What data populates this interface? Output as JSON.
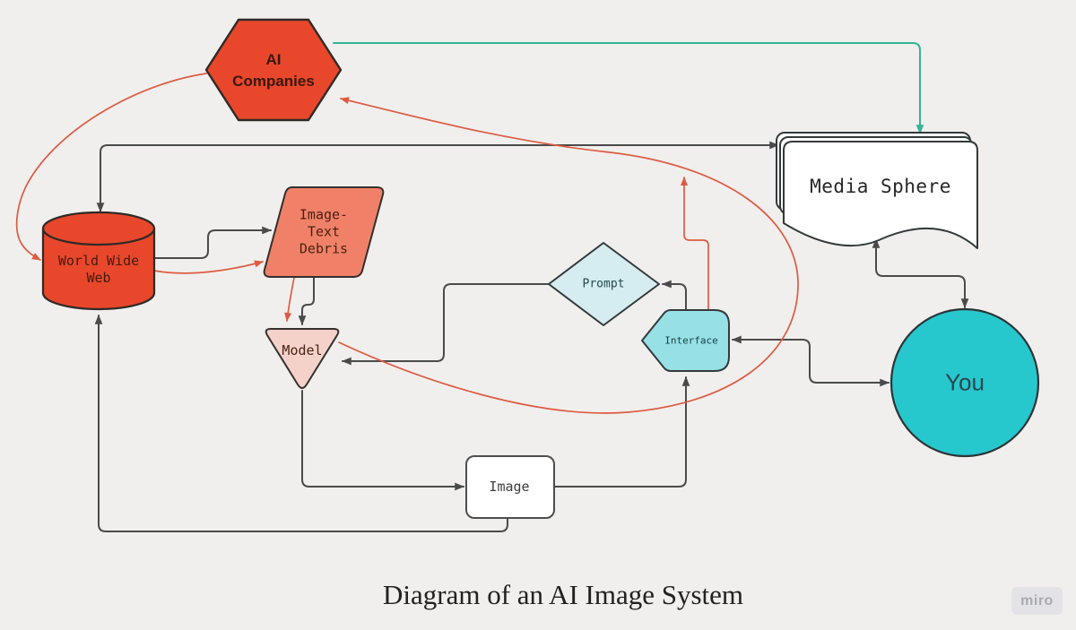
{
  "board": {
    "background": "#f0efed"
  },
  "colors": {
    "node_red": "#e8472b",
    "node_salmon": "#f08168",
    "node_pink": "#f4d2ca",
    "node_pale_cyan": "#d5edf0",
    "node_cyan": "#96e0e6",
    "node_teal": "#27c7ce",
    "node_white": "#ffffff",
    "connector_dark": "#4a4a4a",
    "connector_red": "#dd5b42",
    "connector_teal": "#35b493"
  },
  "nodes": {
    "ai_companies": {
      "label": "AI\nCompanies",
      "shape": "hexagon"
    },
    "world_wide_web": {
      "label": "World Wide\nWeb",
      "shape": "cylinder"
    },
    "image_text_debris": {
      "label": "Image-\nText\nDebris",
      "shape": "parallelogram"
    },
    "model": {
      "label": "Model",
      "shape": "triangle-down"
    },
    "prompt": {
      "label": "Prompt",
      "shape": "diamond"
    },
    "interface": {
      "label": "Interface",
      "shape": "pentagon-left"
    },
    "media_sphere": {
      "label": "Media Sphere",
      "shape": "stacked-document"
    },
    "you": {
      "label": "You",
      "shape": "circle"
    },
    "image": {
      "label": "Image",
      "shape": "rounded-rect"
    }
  },
  "edges": [
    {
      "from": "world_wide_web",
      "to": "media_sphere",
      "style": "dark",
      "arrows": "both"
    },
    {
      "from": "world_wide_web",
      "to": "image_text_debris",
      "style": "dark",
      "arrows": "end"
    },
    {
      "from": "world_wide_web",
      "to": "image_text_debris",
      "style": "red",
      "arrows": "end"
    },
    {
      "from": "image_text_debris",
      "to": "model",
      "style": "dark",
      "arrows": "end"
    },
    {
      "from": "image_text_debris",
      "to": "model",
      "style": "red",
      "arrows": "end"
    },
    {
      "from": "prompt",
      "to": "model",
      "style": "dark",
      "arrows": "end"
    },
    {
      "from": "interface",
      "to": "prompt",
      "style": "dark",
      "arrows": "end"
    },
    {
      "from": "model",
      "to": "image",
      "style": "dark",
      "arrows": "end"
    },
    {
      "from": "image",
      "to": "interface",
      "style": "dark",
      "arrows": "end"
    },
    {
      "from": "image",
      "to": "world_wide_web",
      "style": "dark",
      "arrows": "end"
    },
    {
      "from": "interface",
      "to": "you",
      "style": "dark",
      "arrows": "both"
    },
    {
      "from": "media_sphere",
      "to": "you",
      "style": "dark",
      "arrows": "both"
    },
    {
      "from": "ai_companies",
      "to": "media_sphere",
      "style": "teal",
      "arrows": "end"
    },
    {
      "from": "ai_companies",
      "to": "world_wide_web",
      "style": "red",
      "arrows": "end"
    },
    {
      "from": "model",
      "to": "ai_companies",
      "style": "red",
      "arrows": "end"
    },
    {
      "from": "interface",
      "to": "model-to-ai-companies-curve",
      "style": "red",
      "arrows": "end"
    }
  ],
  "title": {
    "text": "Diagram of an AI Image System"
  },
  "watermark": {
    "text": "miro"
  }
}
